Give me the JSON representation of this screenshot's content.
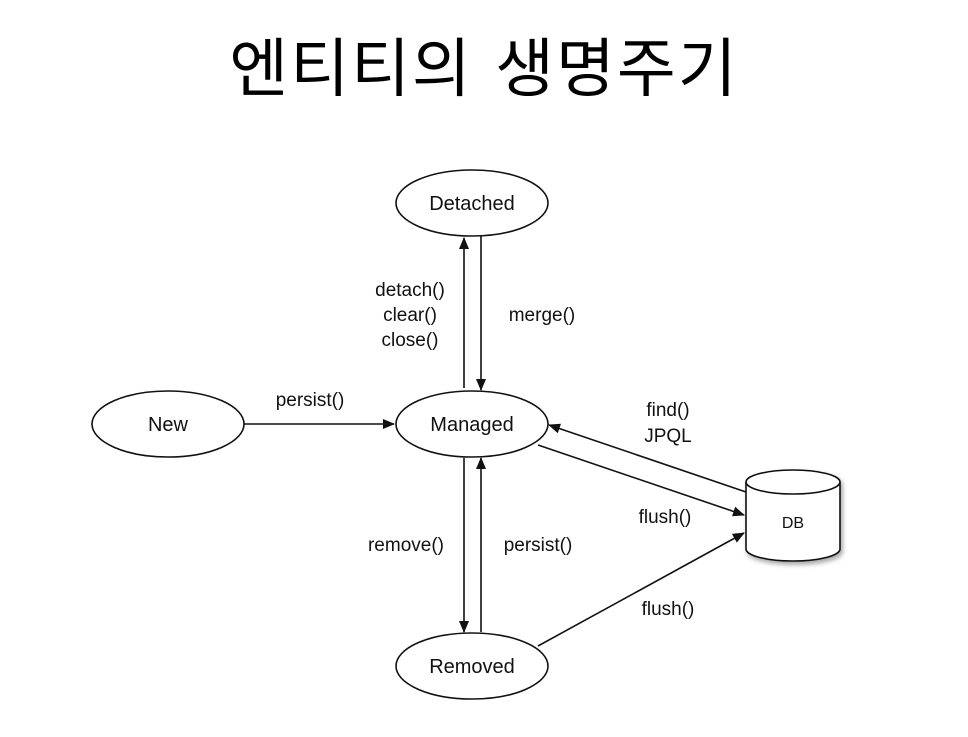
{
  "title": "엔티티의 생명주기",
  "nodes": {
    "detached": "Detached",
    "new": "New",
    "managed": "Managed",
    "removed": "Removed",
    "db": "DB"
  },
  "edges": {
    "detach": [
      "detach()",
      "clear()",
      "close()"
    ],
    "merge": "merge()",
    "persist_new": "persist()",
    "find": [
      "find()",
      "JPQL"
    ],
    "flush_managed": "flush()",
    "remove": "remove()",
    "persist_removed": "persist()",
    "flush_removed": "flush()"
  }
}
